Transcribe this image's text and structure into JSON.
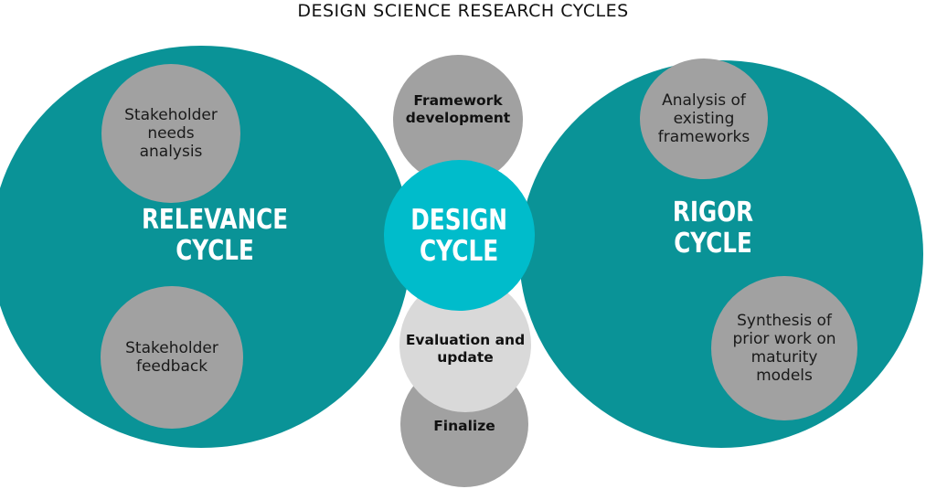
{
  "title": "DESIGN SCIENCE RESEARCH CYCLES",
  "colors": {
    "teal_dark": "#0a9397",
    "teal_bright": "#00bccb",
    "grey": "#a1a1a1",
    "light_grey": "#d9d9d9",
    "white": "#ffffff"
  },
  "relevance_cycle": {
    "label": "RELEVANCE\nCYCLE",
    "nodes": [
      "Stakeholder\nneeds\nanalysis",
      "Stakeholder\nfeedback"
    ]
  },
  "design_cycle": {
    "label": "DESIGN\nCYCLE",
    "nodes": [
      "Framework\ndevelopment",
      "Evaluation and\nupdate",
      "Finalize"
    ]
  },
  "rigor_cycle": {
    "label": "RIGOR\nCYCLE",
    "nodes": [
      "Analysis of\nexisting\nframeworks",
      "Synthesis of\nprior work on\nmaturity\nmodels"
    ]
  }
}
